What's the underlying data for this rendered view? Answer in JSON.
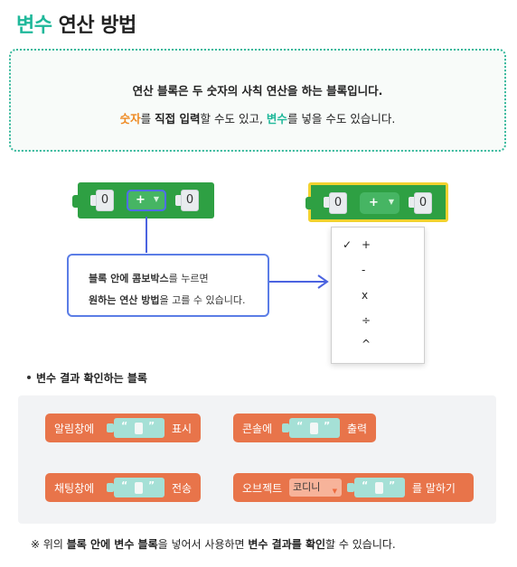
{
  "title": {
    "accent": "변수",
    "rest": " 연산 방법"
  },
  "info": {
    "line1": "연산 블록은 두 숫자의 사칙 연산을 하는 블록입니다.",
    "line2": {
      "p1": "숫자",
      "p2": "를 ",
      "p3": "직접 입력",
      "p4": "할 수도 있고, ",
      "p5": "변수",
      "p6": "를 넣을 수도 있습니다."
    }
  },
  "left_block": {
    "value_a": "0",
    "operator": "+",
    "arrow": "▼",
    "value_b": "0"
  },
  "right_block": {
    "value_a": "0",
    "operator": "+",
    "arrow": "▼",
    "value_b": "0"
  },
  "callout": {
    "l1_bold": "블록 안에 콤보박스",
    "l1_rest": "를 누르면",
    "l2_bold": "원하는 연산 방법",
    "l2_rest": "을 고를 수 있습니다."
  },
  "dropdown": {
    "check": "✓",
    "items": [
      "+",
      "-",
      "x",
      "÷",
      "^"
    ]
  },
  "section_title": "변수 결과 확인하는 블록",
  "blocks": {
    "alert": {
      "label": "알림창에",
      "quote_open": "“",
      "quote_close": "”",
      "tail": "표시"
    },
    "console": {
      "label": "콘솔에",
      "quote_open": "“",
      "quote_close": "”",
      "tail": "출력"
    },
    "chat": {
      "label": "채팅창에",
      "quote_open": "“",
      "quote_close": "”",
      "tail": "전송"
    },
    "object": {
      "label": "오브젝트",
      "combo": "코디니",
      "combo_arrow": "▼",
      "quote_open": "“",
      "quote_close": "”",
      "tail": "를 말하기"
    }
  },
  "footer": {
    "p1": "※ 위의 ",
    "p2": "블록 안에 변수 블록",
    "p3": "을 넣어서 사용하면 ",
    "p4": "변수 결과를 확인",
    "p5": "할 수 있습니다."
  },
  "colors": {
    "accent_green": "#1fb89a",
    "highlight_orange": "#ee8a23",
    "block_green": "#2ea043",
    "block_orange": "#e8744a",
    "string_teal": "#a5e0d6",
    "callout_blue": "#5b7de6"
  }
}
